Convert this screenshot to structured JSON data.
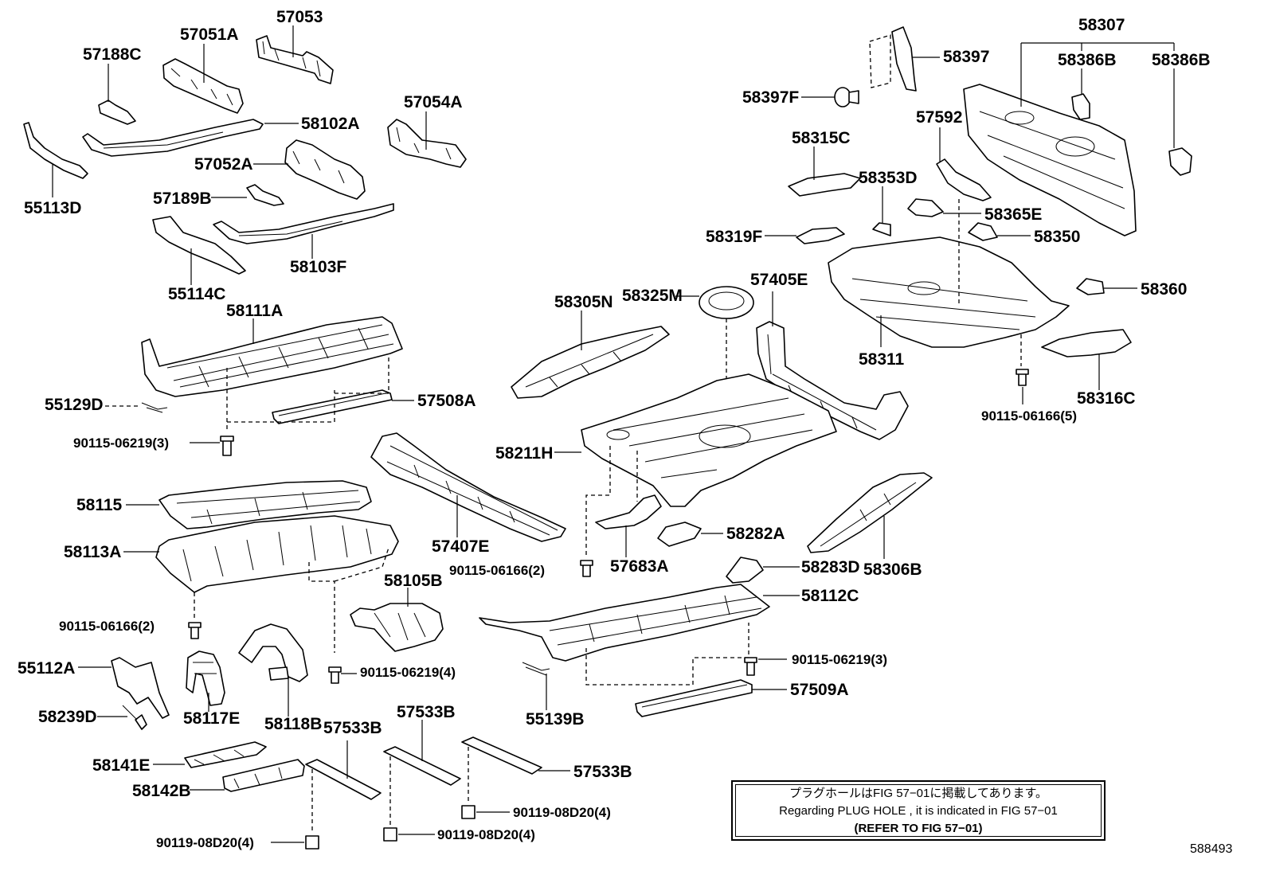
{
  "parts": [
    {
      "id": "57053",
      "label": "57053"
    },
    {
      "id": "57051A",
      "label": "57051A"
    },
    {
      "id": "57188C",
      "label": "57188C"
    },
    {
      "id": "58102A",
      "label": "58102A"
    },
    {
      "id": "57054A",
      "label": "57054A"
    },
    {
      "id": "57052A",
      "label": "57052A"
    },
    {
      "id": "55113D",
      "label": "55113D"
    },
    {
      "id": "57189B",
      "label": "57189B"
    },
    {
      "id": "58103F",
      "label": "58103F"
    },
    {
      "id": "55114C",
      "label": "55114C"
    },
    {
      "id": "58111A",
      "label": "58111A"
    },
    {
      "id": "55129D",
      "label": "55129D"
    },
    {
      "id": "57508A",
      "label": "57508A"
    },
    {
      "id": "bolt_06219_3_top",
      "label": "90115-06219(3)"
    },
    {
      "id": "58115",
      "label": "58115"
    },
    {
      "id": "58113A",
      "label": "58113A"
    },
    {
      "id": "57407E",
      "label": "57407E"
    },
    {
      "id": "bolt_06166_2_left",
      "label": "90115-06166(2)"
    },
    {
      "id": "58105B",
      "label": "58105B"
    },
    {
      "id": "bolt_06219_4",
      "label": "90115-06219(4)"
    },
    {
      "id": "55112A",
      "label": "55112A"
    },
    {
      "id": "58239D",
      "label": "58239D"
    },
    {
      "id": "58117E",
      "label": "58117E"
    },
    {
      "id": "58118B",
      "label": "58118B"
    },
    {
      "id": "57533B_a",
      "label": "57533B"
    },
    {
      "id": "57533B_b",
      "label": "57533B"
    },
    {
      "id": "57533B_c",
      "label": "57533B"
    },
    {
      "id": "58141E",
      "label": "58141E"
    },
    {
      "id": "58142B",
      "label": "58142B"
    },
    {
      "id": "bolt_08D20_4_a",
      "label": "90119-08D20(4)"
    },
    {
      "id": "bolt_08D20_4_b",
      "label": "90119-08D20(4)"
    },
    {
      "id": "bolt_08D20_4_c",
      "label": "90119-08D20(4)"
    },
    {
      "id": "58305N",
      "label": "58305N"
    },
    {
      "id": "58325M",
      "label": "58325M"
    },
    {
      "id": "57405E",
      "label": "57405E"
    },
    {
      "id": "58211H",
      "label": "58211H"
    },
    {
      "id": "58282A",
      "label": "58282A"
    },
    {
      "id": "57683A",
      "label": "57683A"
    },
    {
      "id": "bolt_06166_2_mid",
      "label": "90115-06166(2)"
    },
    {
      "id": "58283D",
      "label": "58283D"
    },
    {
      "id": "58306B",
      "label": "58306B"
    },
    {
      "id": "58112C",
      "label": "58112C"
    },
    {
      "id": "bolt_06219_3_right",
      "label": "90115-06219(3)"
    },
    {
      "id": "55139B",
      "label": "55139B"
    },
    {
      "id": "57509A",
      "label": "57509A"
    },
    {
      "id": "58397",
      "label": "58397"
    },
    {
      "id": "58397F",
      "label": "58397F"
    },
    {
      "id": "58307",
      "label": "58307"
    },
    {
      "id": "58386B_a",
      "label": "58386B"
    },
    {
      "id": "58386B_b",
      "label": "58386B"
    },
    {
      "id": "57592",
      "label": "57592"
    },
    {
      "id": "58315C",
      "label": "58315C"
    },
    {
      "id": "58353D",
      "label": "58353D"
    },
    {
      "id": "58365E",
      "label": "58365E"
    },
    {
      "id": "58319F",
      "label": "58319F"
    },
    {
      "id": "58350",
      "label": "58350"
    },
    {
      "id": "58360",
      "label": "58360"
    },
    {
      "id": "58311",
      "label": "58311"
    },
    {
      "id": "58316C",
      "label": "58316C"
    },
    {
      "id": "bolt_06166_5",
      "label": "90115-06166(5)"
    }
  ],
  "note": {
    "jp": "プラグホールはFIG 57−01に掲載してあります。",
    "en": "Regarding  PLUG  HOLE , it is indicated in FIG  57−01",
    "ref": "(REFER TO FIG 57−01)"
  },
  "diagram_code": "588493"
}
